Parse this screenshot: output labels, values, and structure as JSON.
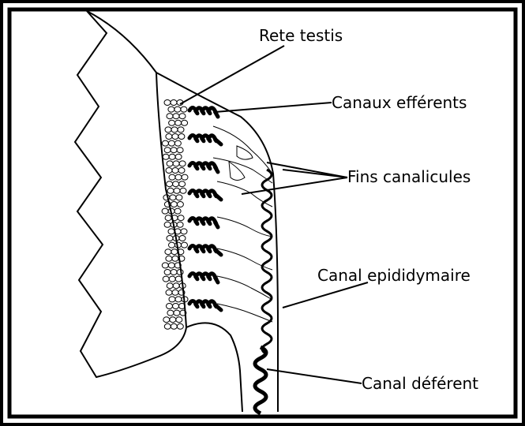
{
  "diagram": {
    "labels": {
      "rete_testis": "Rete testis",
      "canaux_efferents": "Canaux efférents",
      "fins_canalicules": "Fins canalicules",
      "canal_epididymaire": "Canal epididymaire",
      "canal_deferent": "Canal déférent"
    }
  },
  "colors": {
    "ink": "#000000",
    "paper": "#ffffff"
  }
}
